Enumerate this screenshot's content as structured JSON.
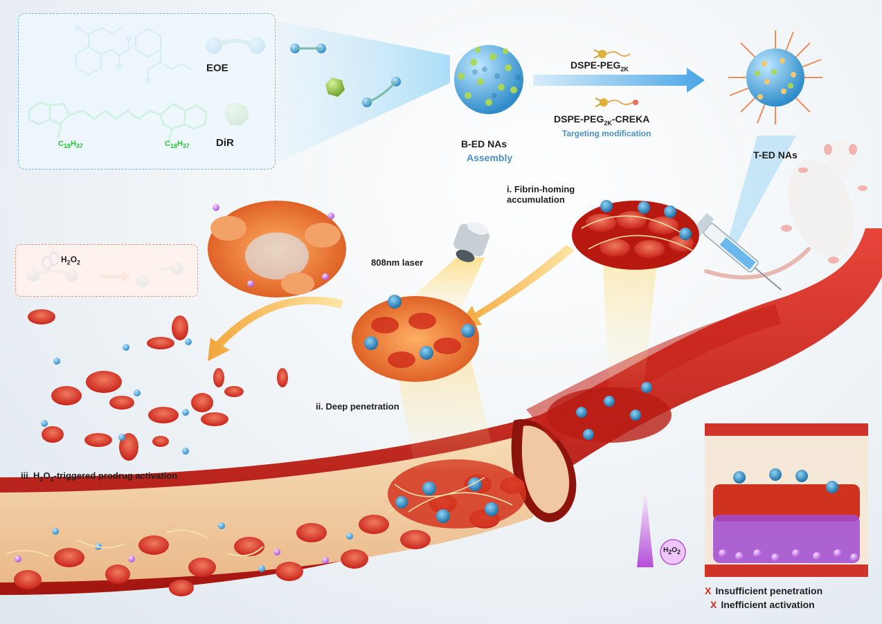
{
  "labels": {
    "eoe": "EOE",
    "dir": "DiR",
    "bed_nas": "B-ED NAs",
    "assembly": "Assembly",
    "dspe_peg_base": "DSPE-PEG",
    "dspe_peg_sub": "2K",
    "dspe_creka_base": "DSPE-PEG",
    "dspe_creka_sub": "2K",
    "dspe_creka_suffix": "-CREKA",
    "targeting": "Targeting modification",
    "ted_nas": "T-ED NAs",
    "fibrin_line1": "i. Fibrin-homing",
    "fibrin_line2": "accumulation",
    "laser": "808nm laser",
    "deep": "ii. Deep penetration",
    "act_prefix": "iii. H",
    "act_sub1": "2",
    "act_mid": "O",
    "act_sub2": "2",
    "act_suffix": "-triggered prodrug activation",
    "h2o2_panel_base": "H",
    "h2o2_panel_sub1": "2",
    "h2o2_panel_mid": "O",
    "h2o2_panel_sub2": "2",
    "h2o2_bubble_base": "H",
    "h2o2_bubble_sub1": "2",
    "h2o2_bubble_mid": "O",
    "h2o2_bubble_sub2": "2",
    "chain_sub_left": "18",
    "chain_h_left": "37",
    "chain_sub_right": "18",
    "chain_h_right": "37",
    "cross_mark_1": "X",
    "cross_mark_2": "X",
    "insufficient": "Insufficient penetration",
    "inefficient": "Inefficient activation"
  },
  "colors": {
    "eoe_structure": "#58b6df",
    "dir_structure": "#3fd04a",
    "nanoparticle_blue": "#3a9bd0",
    "nanoparticle_green": "#a8d65a",
    "blood_red": "#d9281e",
    "vessel_inner": "#f2cf9f",
    "laser_glow": "#ffc84a",
    "h2o2_purple": "#b85ad6",
    "arrow_blue": "#5fb0e6",
    "arrow_orange": "#f4b24a",
    "text_blue": "#4a8fc4",
    "cross_red": "#d9261c"
  },
  "icons": [
    "eoe-molecule-icon",
    "dir-molecule-icon",
    "laser-emitter-icon",
    "syringe-icon",
    "mouse-icon",
    "thrombus-icon",
    "vessel-icon"
  ]
}
